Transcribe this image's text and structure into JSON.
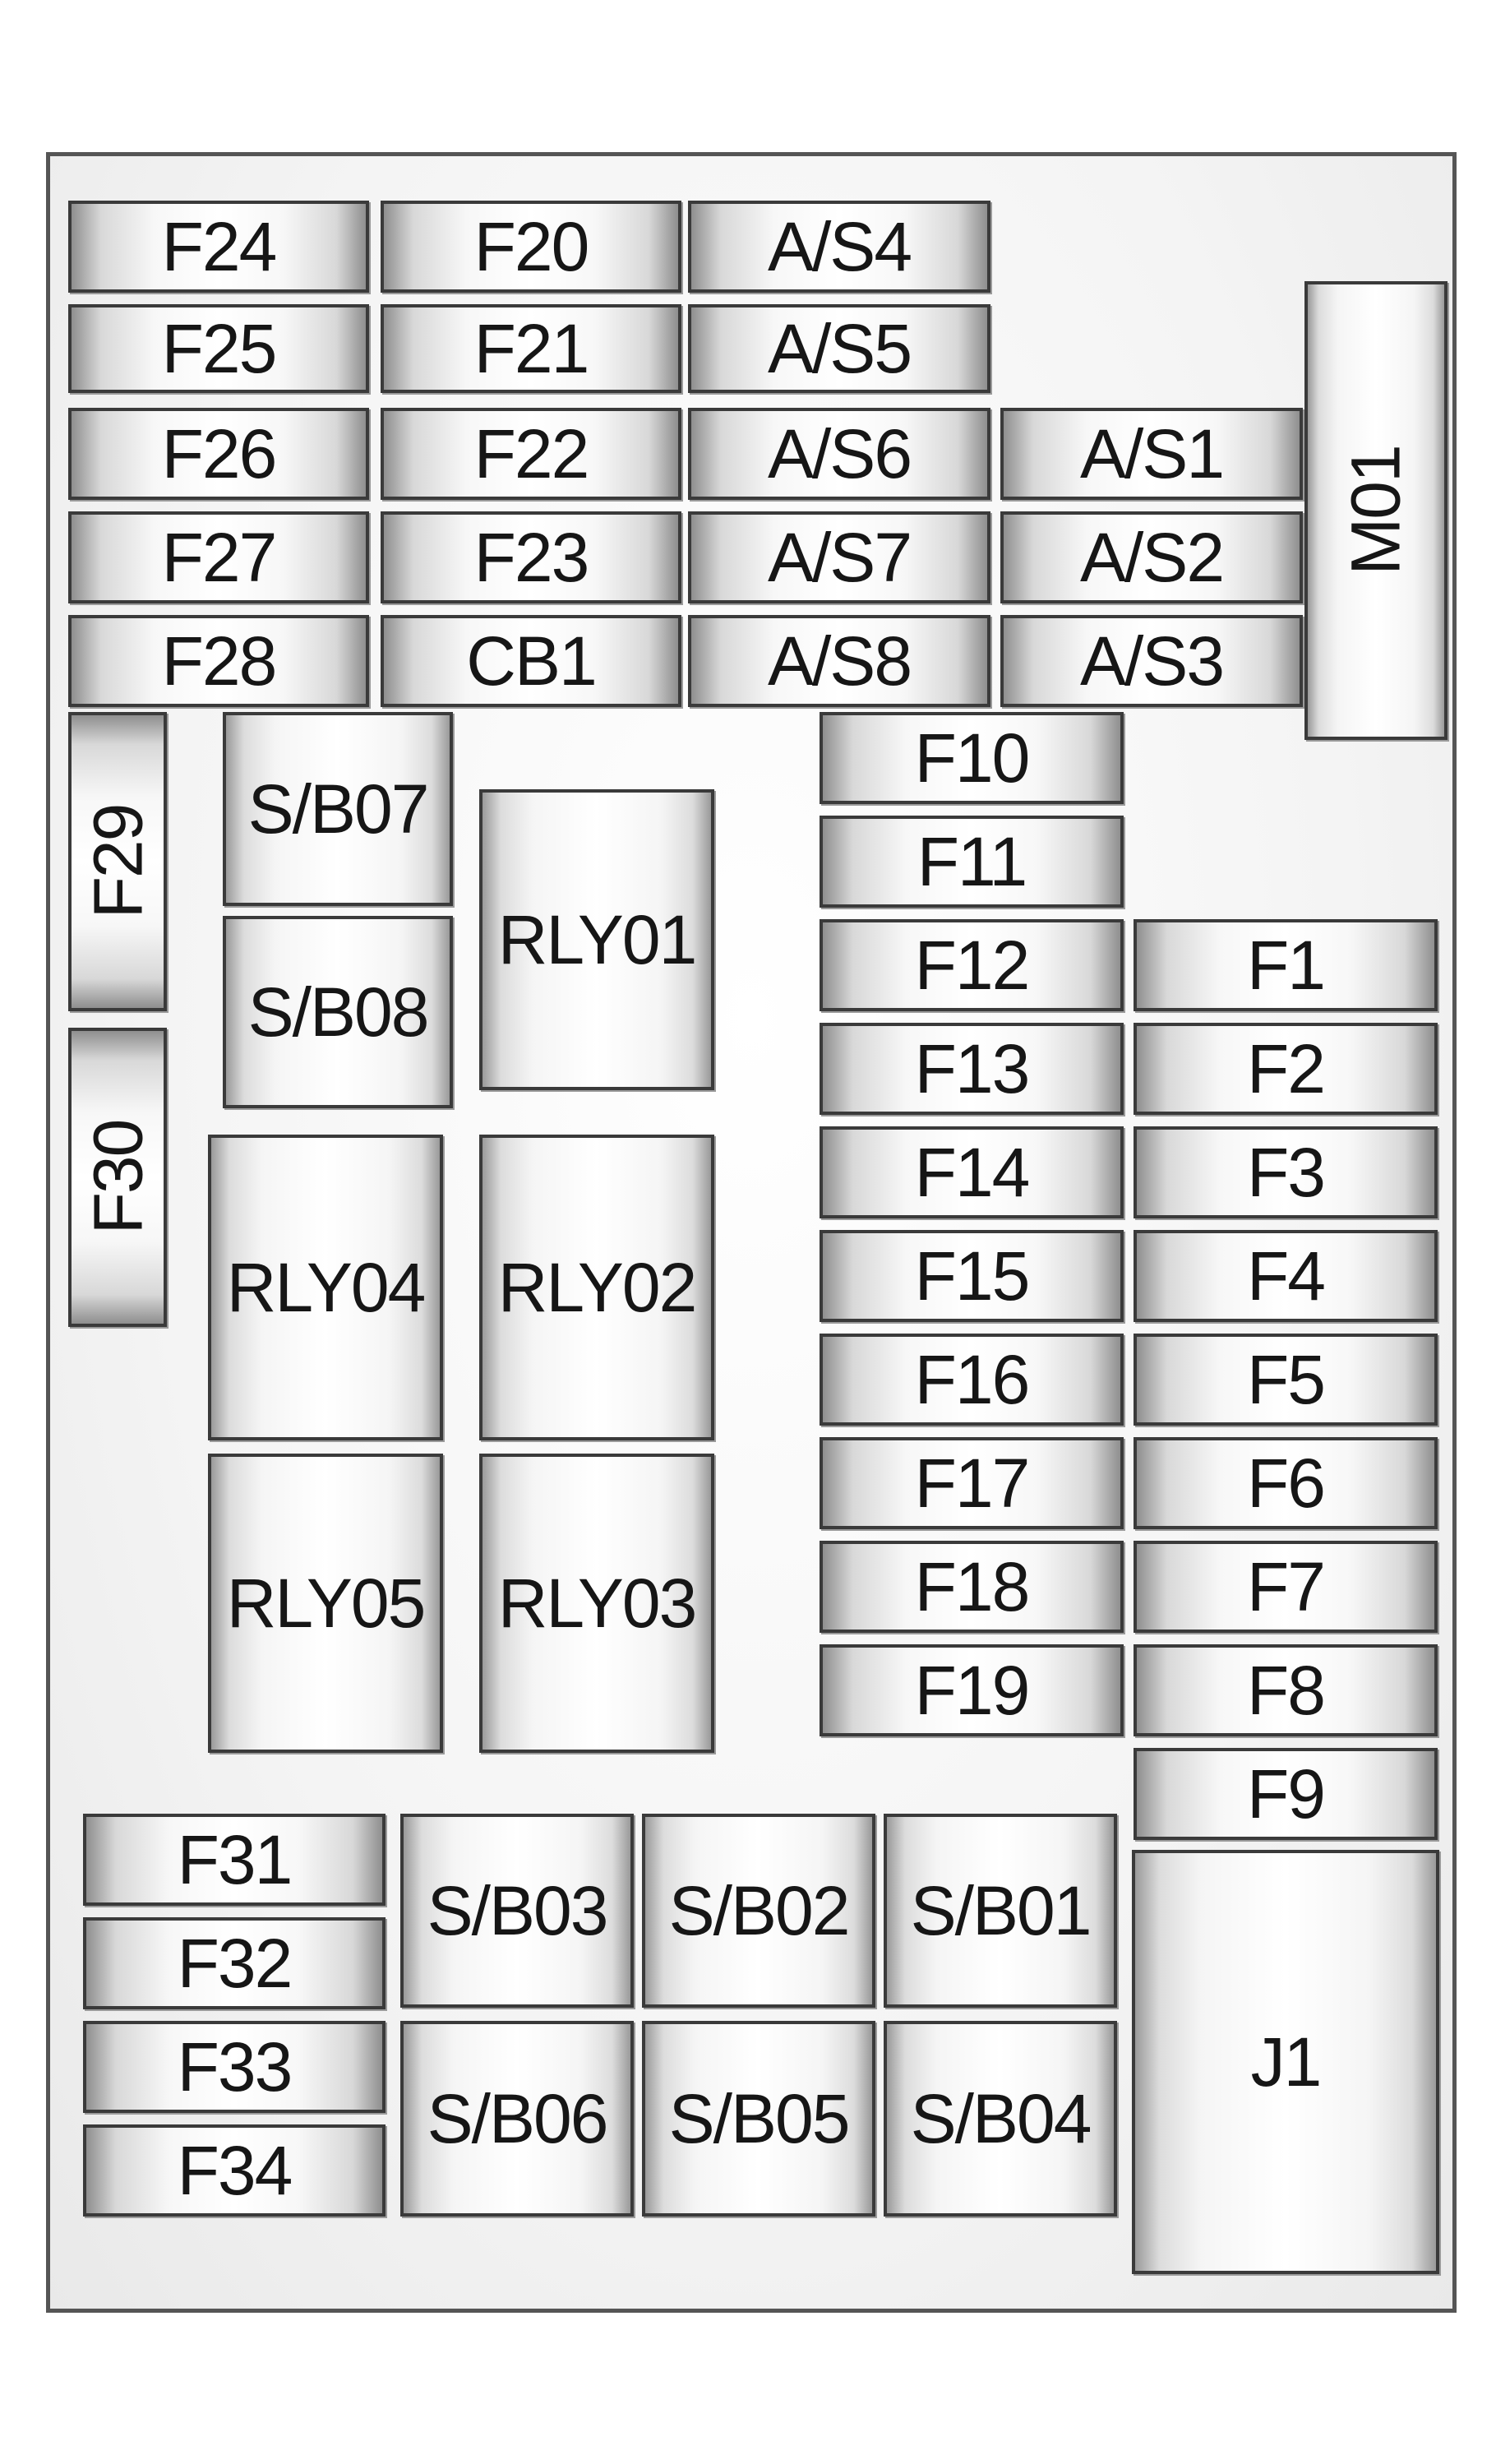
{
  "fuse_panel": {
    "components": [
      {
        "id": "f24",
        "label": "F24"
      },
      {
        "id": "f20",
        "label": "F20"
      },
      {
        "id": "as4",
        "label": "A/S4"
      },
      {
        "id": "f25",
        "label": "F25"
      },
      {
        "id": "f21",
        "label": "F21"
      },
      {
        "id": "as5",
        "label": "A/S5"
      },
      {
        "id": "f26",
        "label": "F26"
      },
      {
        "id": "f22",
        "label": "F22"
      },
      {
        "id": "as6",
        "label": "A/S6"
      },
      {
        "id": "as1",
        "label": "A/S1"
      },
      {
        "id": "f27",
        "label": "F27"
      },
      {
        "id": "f23",
        "label": "F23"
      },
      {
        "id": "as7",
        "label": "A/S7"
      },
      {
        "id": "as2",
        "label": "A/S2"
      },
      {
        "id": "f28",
        "label": "F28"
      },
      {
        "id": "cb1",
        "label": "CB1"
      },
      {
        "id": "as8",
        "label": "A/S8"
      },
      {
        "id": "as3",
        "label": "A/S3"
      },
      {
        "id": "m01",
        "label": "M01"
      },
      {
        "id": "f29",
        "label": "F29"
      },
      {
        "id": "f30",
        "label": "F30"
      },
      {
        "id": "sb07",
        "label": "S/B07"
      },
      {
        "id": "sb08",
        "label": "S/B08"
      },
      {
        "id": "rly01",
        "label": "RLY01"
      },
      {
        "id": "rly04",
        "label": "RLY04"
      },
      {
        "id": "rly02",
        "label": "RLY02"
      },
      {
        "id": "rly05",
        "label": "RLY05"
      },
      {
        "id": "rly03",
        "label": "RLY03"
      },
      {
        "id": "f10",
        "label": "F10"
      },
      {
        "id": "f11",
        "label": "F11"
      },
      {
        "id": "f12",
        "label": "F12"
      },
      {
        "id": "f13",
        "label": "F13"
      },
      {
        "id": "f14",
        "label": "F14"
      },
      {
        "id": "f15",
        "label": "F15"
      },
      {
        "id": "f16",
        "label": "F16"
      },
      {
        "id": "f17",
        "label": "F17"
      },
      {
        "id": "f18",
        "label": "F18"
      },
      {
        "id": "f19",
        "label": "F19"
      },
      {
        "id": "f1",
        "label": "F1"
      },
      {
        "id": "f2",
        "label": "F2"
      },
      {
        "id": "f3",
        "label": "F3"
      },
      {
        "id": "f4",
        "label": "F4"
      },
      {
        "id": "f5",
        "label": "F5"
      },
      {
        "id": "f6",
        "label": "F6"
      },
      {
        "id": "f7",
        "label": "F7"
      },
      {
        "id": "f8",
        "label": "F8"
      },
      {
        "id": "f9",
        "label": "F9"
      },
      {
        "id": "f31",
        "label": "F31"
      },
      {
        "id": "f32",
        "label": "F32"
      },
      {
        "id": "f33",
        "label": "F33"
      },
      {
        "id": "f34",
        "label": "F34"
      },
      {
        "id": "sb03",
        "label": "S/B03"
      },
      {
        "id": "sb02",
        "label": "S/B02"
      },
      {
        "id": "sb01",
        "label": "S/B01"
      },
      {
        "id": "sb06",
        "label": "S/B06"
      },
      {
        "id": "sb05",
        "label": "S/B05"
      },
      {
        "id": "sb04",
        "label": "S/B04"
      },
      {
        "id": "j1",
        "label": "J1"
      }
    ]
  }
}
